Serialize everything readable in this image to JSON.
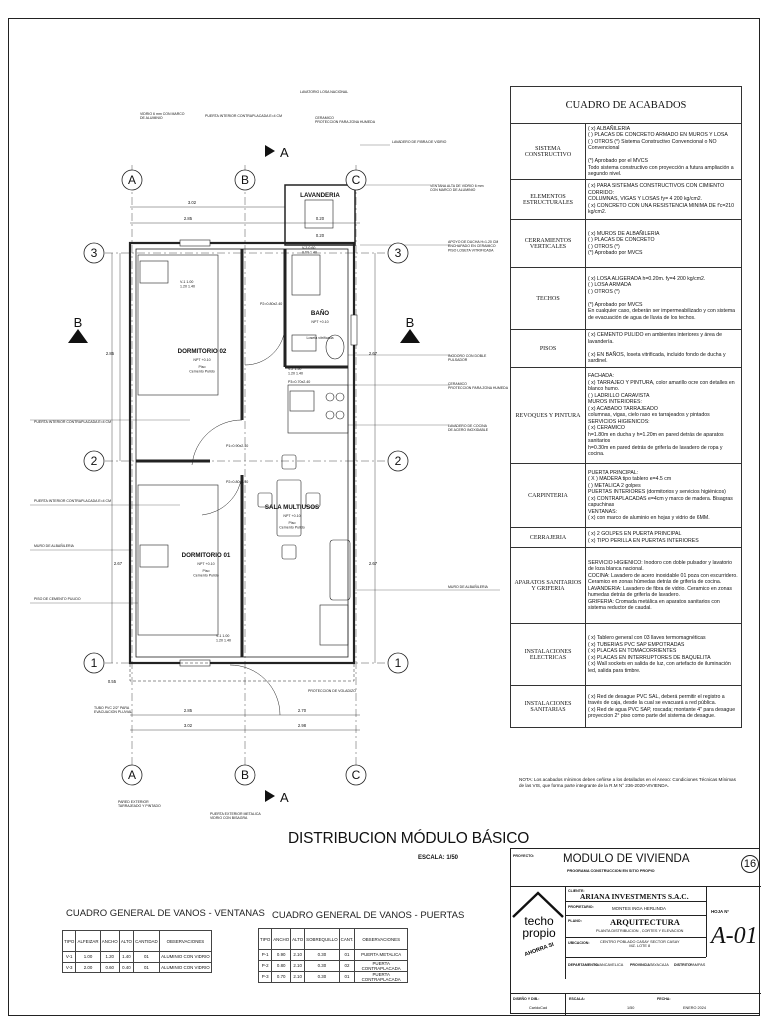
{
  "plan": {
    "title": "DISTRIBUCION MÓDULO BÁSICO",
    "scale": "ESCALA: 1/50",
    "axes": {
      "letters": [
        "A",
        "B",
        "C"
      ],
      "numbers": [
        "3",
        "2",
        "1"
      ],
      "cut_a": "A",
      "cut_b": "B"
    },
    "rooms": [
      {
        "name": "DORMITORIO 02",
        "npt": "NPT +0.10",
        "floor": "Piso\nCemento Pulido"
      },
      {
        "name": "DORMITORIO 01",
        "npt": "NPT +0.10",
        "floor": "Piso\nCemento Pulido"
      },
      {
        "name": "SALA MULTIUSOS",
        "npt": "NPT +0.10",
        "floor": "Piso\nCemento Pulido"
      },
      {
        "name": "BAÑO",
        "npt": "NPT +0.10",
        "floor": "Loseta vitrificada"
      },
      {
        "name": "LAVANDERIA",
        "npt": "",
        "floor": ""
      }
    ],
    "dimensions": {
      "top_total": "3.02",
      "top_left": "2.85",
      "top_right": "0.20",
      "bottom_left": "2.85",
      "bottom_right": "2.70",
      "bottom_left_total": "3.02",
      "bottom_right_total": "2.98",
      "side_left_a": "2.85",
      "side_left_b": "2.67",
      "side_right": "2.67",
      "side_right_b": "2.67",
      "side_bottom": "0.55"
    },
    "openings": {
      "v1_top": "V-1 1.00\n1.20 1.40",
      "v1_bottom": "V-1 1.00\n1.20 1.40",
      "v3": "V-3 0.60\n0.60 1.40",
      "v2": "V-2 1.50\n1.20 1.40",
      "p1": "P1=0.90x2.40",
      "p2": "P2=0.80x2.40",
      "p2b": "P2=0.80x2.40",
      "p3": "P3=0.70x2.40"
    },
    "annotations": {
      "vidrio": "VIDRIO 6 mm CON MARCO\nDE ALUMINIO",
      "puerta_top": "PUERTA INTERIOR CONTRAPLACADA  E=4 CM",
      "lavatorio": "LAVATORIO LOSA NACIONAL",
      "ceramico": "CERAMICO\nPROTECCION PARA ZONA HUMEDA",
      "lavadero_fibra": "LAVADERO DE FIBRA DE VIDRIO",
      "ventana_alta": "VENTANA ALTA DE VIDRIO 6 mm\nCON MARCO DE ALUMINIO",
      "ducha": "APOYO DE DUCHA H=1.20 CM\nENCHAPADO EN CERAMICO\nPISO LOSETA VITRIFICADA",
      "inodoro": "INODORO CON DOBLE\nPULSADOR",
      "ceramico_2": "CERAMICO\nPROTECCION PARA ZONA HUMEDA",
      "lavadero_cocina": "LAVADERO DE COCINA\nDE ACERO INOXIDABLE",
      "puerta_left_1": "PUERTA INTERIOR CONTRAPLACADA E=4 CM",
      "puerta_left_2": "PUERTA INTERIOR CONTRAPLACADA E=4 CM",
      "muro_albanileria_left": "MURO DE ALBAÑILERIA",
      "piso_cemento": "PISO DE CEMENTO PULIDO",
      "muro_albanileria_right": "MURO DE ALBAÑILERIA",
      "proteccion_volado": "PROTECCION DE VOLADIZO",
      "tubo_pvc": "TUBO PVC 2/2\" PARA\nEVACUACION PLUVIAL",
      "pared_exterior": "PARED EXTERIOR\nTARRAJEADO Y PINTADO",
      "puerta_exterior": "PUERTA EXTERIOR METALICA\nVIDRIO CON BISAGRA"
    }
  },
  "finishes": {
    "title": "CUADRO DE ACABADOS",
    "rows": [
      {
        "category": "SISTEMA CONSTRUCTIVO",
        "desc": "( x) ALBAÑILERIA\n(  ) PLACAS DE CONCRETO ARMADO EN MUROS Y LOSA\n(  ) OTROS (*) Sistema Constructivo Convencional o NO Convencional\n\n(*) Aprobado por el MVCS\nTodo sistema constructivo con proyección a futura ampliación a segundo nivel."
      },
      {
        "category": "ELEMENTOS ESTRUCTURALES",
        "desc": "( x) PARA SISTEMAS CONSTRUCTIVOS CON CIMIENTO CORRIDO:\n       COLUMNAS, VIGAS Y LOSAS fy= 4 200 kg/cm2.\n( x) CONCRETO CON UNA RESISTENCIA MINIMA DE f'c=210 kg/cm2."
      },
      {
        "category": "CERRAMIENTOS VERTICALES",
        "desc": "( x) MUROS DE ALBAÑILERIA\n(  ) PLACAS DE CONCRETO\n(  ) OTROS (*)\n(*) Aprobado por MVCS"
      },
      {
        "category": "TECHOS",
        "desc": "( x) LOSA ALIGERADA h=0.20m. fy=4 200 kg/cm2.\n(  ) LOSA ARMADA\n(  ) OTROS (*)\n\n(*) Aprobado por MVCS\nEn cualquier caso, deberán ser impermeabilizado y con sistema de evacuación de agua de lluvia de los techos."
      },
      {
        "category": "PISOS",
        "desc": "( x) CEMENTO PULIDO en ambientes interiores y área de lavandería.\n\n( x) EN BAÑOS, loseta vitrificada, incluido fondo de ducha y sardinel."
      },
      {
        "category": "REVOQUES Y PINTURA",
        "desc": "FACHADA:\n( x) TARRAJEO Y PINTURA, color amarillo ocre con detalles en blanco humo.\n(  ) LADRILLO CARAVISTA\nMUROS INTERIORES:\n( x) ACABADO TARRAJEADO\ncolumnas, vigas, cielo raso es tarrajeados y pintados\nSERVICIOS HIGIENICOS:\n( x) CERAMICO\nh=1.80m en ducha y h=1.20m en pared detrás de aparatos sanitarios\nh=0.30m en pared detrás de grifería de lavadero de ropa y cocina."
      },
      {
        "category": "CARPINTERIA",
        "desc": "PUERTA PRINCIPAL:\n( X ) MADERA tipo tablero e=4.5 cm\n(  ) METALICA 2 golpes\nPUERTAS INTERIORES (dormitorios y servicios higiénicos)\n( x) CONTRAPLACADAS e=4cm y marco de madera. Bisagras capuchinas\nVENTANAS:\n( x) con marco de aluminio en hojas y vidrio de 6MM."
      },
      {
        "category": "CERRAJERIA",
        "desc": "( x) 2 GOLPES EN PUERTA PRINCIPAL\n( x) TIPO PERILLA EN PUERTAS INTERIORES"
      },
      {
        "category": "APARATOS SANITARIOS Y GRIFERIA",
        "desc": "SERVICIO HIGIENICO: Inodoro con doble pulsador y lavatorio de loza blanca nacional.\nCOCINA: Lavadero de acero inoxidable 01 poza con escurridero.\nCeramico en zonas húmedas detrás de grifería de cocina.\nLAVANDERIA: Lavadero de fibra de vidrio. Ceramico en zonas humedas detrás de grifería de lavadero.\nGRIFERIA: Cromada metálica en aparatos sanitarios con sistema reductor de caudal."
      },
      {
        "category": "INSTALACIONES ELECTRICAS",
        "desc": "( x) Tablero general con 03 llaves termomagnéticas\n( x) TUBERIAS PVC SAP EMPOTRADAS\n( x) PLACAS EN TOMACORRIENTES\n( x) PLACAS EN INTERRUPTORES DE BAQUELITA\n( x) Wall sockets en salida de luz, con artefacto de iluminación led, salida para timbre."
      },
      {
        "category": "INSTALACIONES SANITARIAS",
        "desc": "( x) Red de desague PVC SAL, deberá permitir el registro a través de caja, desde la cual se evacuará a red pública.\n( x) Red de agua PVC SAP, roscada; montante 4\" para desague proyeccion 2° piso como parte del sistema de desague."
      }
    ],
    "note": "NOTA: Los acabados mínimos deben ceñirse a los detallados en el Anexo: Condiciones Técnicas Mínimas de las VIS, que forma parte integrante de la R.M N° 236-2020-VIVIENDA."
  },
  "ventanas": {
    "title": "CUADRO GENERAL DE VANOS - VENTANAS",
    "headers": [
      "TIPO",
      "ALFEIZAR",
      "ANCHO",
      "ALTO",
      "CANTIDAD",
      "OBSERVACIONES"
    ],
    "rows": [
      [
        "V-1",
        "1.00",
        "1.20",
        "1.40",
        "01",
        "ALUMINIO CON VIDRIO"
      ],
      [
        "V-3",
        "2.00",
        "0.60",
        "0.40",
        "01",
        "ALUMINIO CON VIDRIO"
      ]
    ]
  },
  "puertas": {
    "title": "CUADRO GENERAL DE VANOS - PUERTAS",
    "headers": [
      "TIPO",
      "ANCHO",
      "ALTO",
      "SOBREQUILLO",
      "CANT.",
      "OBSERVACIONES"
    ],
    "rows": [
      [
        "P-1",
        "0.90",
        "2.10",
        "0.30",
        "01",
        "PUERTA METALICA"
      ],
      [
        "P-2",
        "0.80",
        "2.10",
        "0.30",
        "02",
        "PUERTA CONTRAPLACADA"
      ],
      [
        "P-3",
        "0.70",
        "2.10",
        "0.30",
        "01",
        "PUERTA CONTRAPLACADA"
      ]
    ]
  },
  "titleblock": {
    "proyecto_label": "PROYECTO:",
    "proyecto": "MODULO DE VIVIENDA",
    "programa": "PROGRAMA CONSTRUCCION EN SITIO PROPIO",
    "sheet_number": "16",
    "logo_lines": [
      "techo",
      "propio",
      "AHORRA SI"
    ],
    "cliente_label": "CLIENTE:",
    "cliente": "ARIANA INVESTMENTS S.A.C.",
    "propietario_label": "PROPIETARIO:",
    "propietario": "MONTES INGA HERLINDA",
    "plano_label": "PLANO:",
    "plano": "ARQUITECTURA",
    "plano_sub": "PLANTA DISTRIBUCION , CORTES Y ELEVACION",
    "ubicacion_label": "UBICACION:",
    "ubicacion": "CENTRO POBLADO CASAY SECTOR CASAY\nMZ. LOTE 8",
    "depto_label": "DEPARTAMENTO:",
    "depto": "HUANCAVELICA",
    "provincia_label": "PROVINCIA:",
    "provincia": "TAYACAJA",
    "distrito_label": "DISTRITO:",
    "distrito": "PAMPAS",
    "hoja_label": "HOJA  N°",
    "hoja": "A-01",
    "diseno_label": "DISEÑO Y DIB.:",
    "diseno": "CaridoCad",
    "escala_label": "ESCALA:",
    "escala": "1/50",
    "fecha_label": "FECHA:",
    "fecha": "ENERO 2024"
  }
}
